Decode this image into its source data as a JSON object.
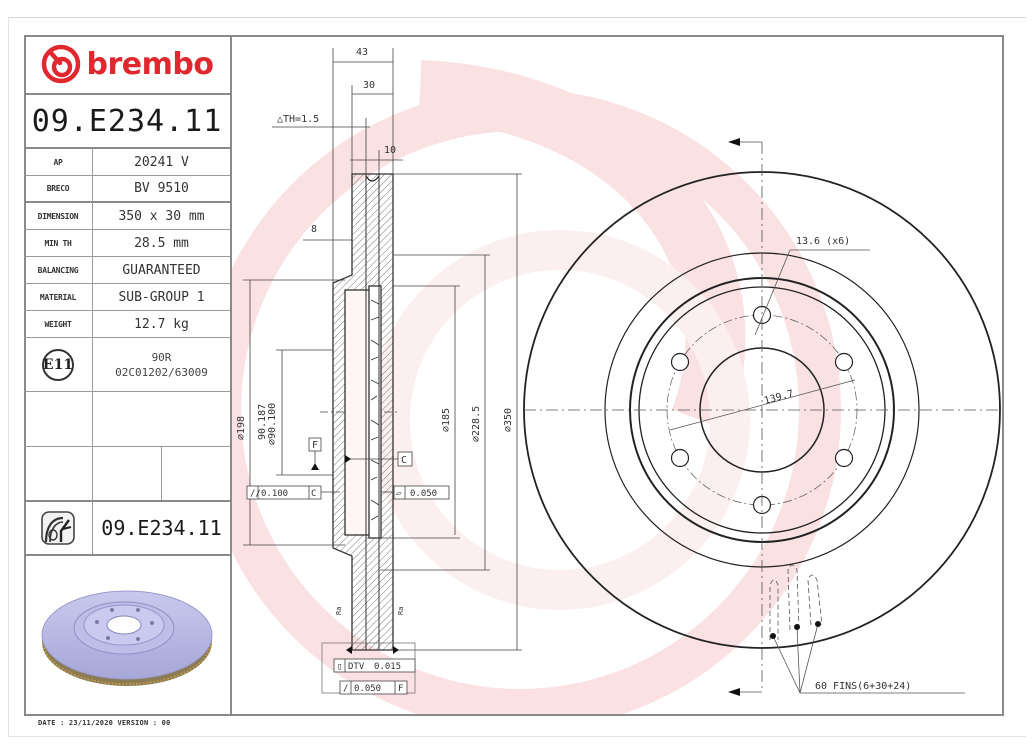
{
  "brand": {
    "name": "brembo",
    "color": "#e0282e"
  },
  "part_number": "09.E234.11",
  "specs": [
    {
      "label": "AP",
      "value": "20241 V"
    },
    {
      "label": "BRECO",
      "value": "BV 9510"
    },
    {
      "label": "DIMENSION",
      "value": "350 x 30 mm"
    },
    {
      "label": "MIN TH",
      "value": "28.5 mm"
    },
    {
      "label": "BALANCING",
      "value": "GUARANTEED"
    },
    {
      "label": "MATERIAL",
      "value": "SUB-GROUP 1"
    },
    {
      "label": "WEIGHT",
      "value": "12.7 kg"
    }
  ],
  "certification": {
    "mark": "E11",
    "regulation": "90R",
    "approval": "02C01202/63009"
  },
  "reference": {
    "icon": "disc-caliper-icon",
    "number": "09.E234.11"
  },
  "footer": {
    "date_line": "DATE : 23/11/2020 VERSION : 00"
  },
  "section_view": {
    "dim_overall_width": "43",
    "dim_disc_thickness": "30",
    "delta_th": "△TH=1.5",
    "dim_vane_gap": "10",
    "dim_hat_offset": "8",
    "dia_hat": "⌀198",
    "dia_bore_max": "90.187",
    "dia_bore_min": "⌀90.100",
    "dia_inner_friction": "⌀185",
    "dia_friction_ring": "⌀228.5",
    "dia_outer": "⌀350",
    "datum_f": "F",
    "datum_c": "C",
    "tol_left": "0.100",
    "tol_left_ref": "C",
    "tol_right": "0.050",
    "roughness_left": "Ra",
    "roughness_right": "Ra",
    "dtv_label": "DTV",
    "dtv_value": "0.015",
    "runout_value": "0.050",
    "runout_ref": "F"
  },
  "front_view": {
    "bolt_holes": "13.6 (x6)",
    "pcd": "139.7",
    "fins_note": "60 FINS(6+30+24)"
  }
}
